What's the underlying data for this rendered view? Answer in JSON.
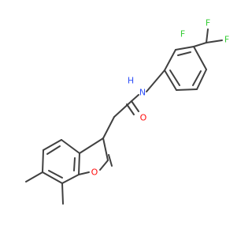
{
  "colors": {
    "bond": "#404040",
    "nitrogen": "#3050F8",
    "oxygen": "#FF0D0D",
    "fluorine": "#33CC33",
    "background": "#FFFFFF"
  },
  "atom_labels": {
    "f1": "F",
    "f2": "F",
    "f3": "F",
    "n_amide": "N",
    "h_amide": "H",
    "o_carbonyl": "O",
    "o_furan": "O"
  }
}
